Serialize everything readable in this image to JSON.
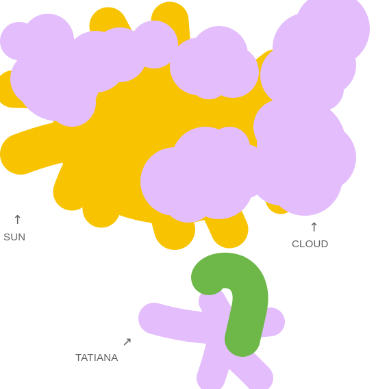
{
  "labels": {
    "sun": "SUN",
    "cloud": "CLOUD",
    "tatiana": "TATIANA"
  },
  "icons": {
    "sun_arrow": "arrow-up-icon",
    "cloud_arrow": "arrow-up-icon",
    "tatiana_arrow": "arrow-up-right-icon"
  },
  "colors": {
    "sun": "#f8c300",
    "cloud": "#e4bdfc",
    "figure_green": "#6db848",
    "label_text": "#616161",
    "background": "#ffffff"
  }
}
